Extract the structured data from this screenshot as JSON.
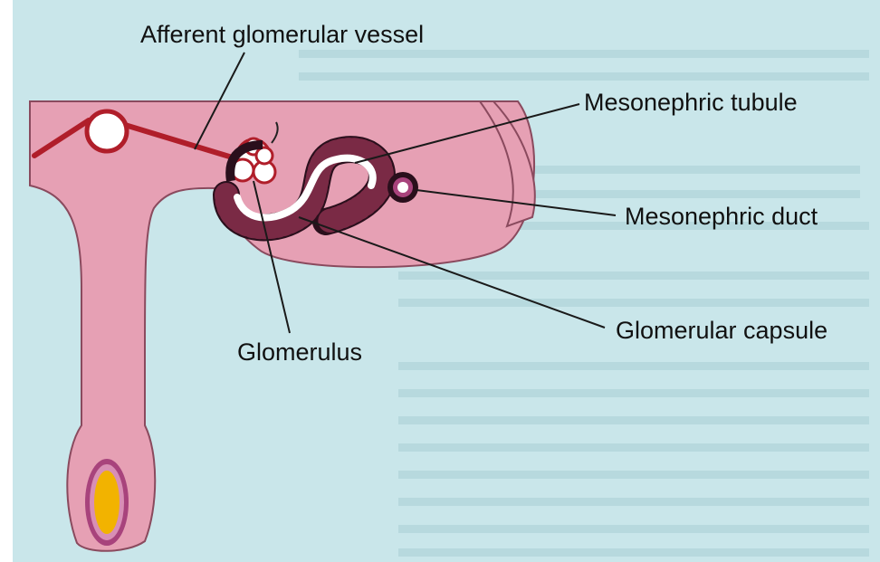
{
  "labels": {
    "afferent": "Afferent glomerular vessel",
    "tubule": "Mesonephric tubule",
    "duct": "Mesonephric duct",
    "capsule": "Glomerular capsule",
    "glomerulus": "Glomerulus"
  },
  "colors": {
    "page_background": "#c9e6ea",
    "tissue_pink": "#e6a0b4",
    "tissue_outline": "#8a4a5e",
    "vessel_red": "#b01e2a",
    "tubule_dark": "#2a0f1c",
    "lumen_white": "#ffffff",
    "yolk_yellow": "#f2b300",
    "yolk_ring": "#a8437c"
  }
}
